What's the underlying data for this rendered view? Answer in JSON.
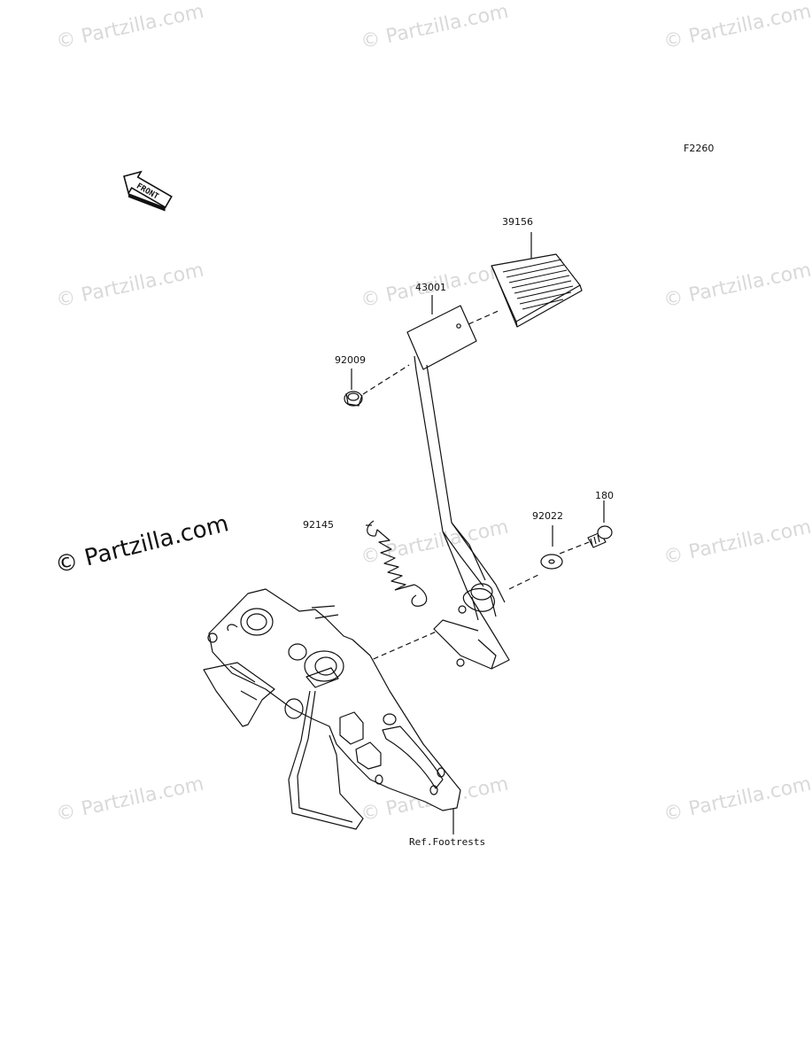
{
  "diagram": {
    "code": "F2260",
    "front_label": "FRONT",
    "parts": [
      {
        "id": "39156"
      },
      {
        "id": "43001"
      },
      {
        "id": "92009"
      },
      {
        "id": "92145"
      },
      {
        "id": "92022"
      },
      {
        "id": "180"
      }
    ],
    "reference": "Ref.Footrests"
  },
  "watermark": {
    "text": "© Partzilla.com"
  }
}
